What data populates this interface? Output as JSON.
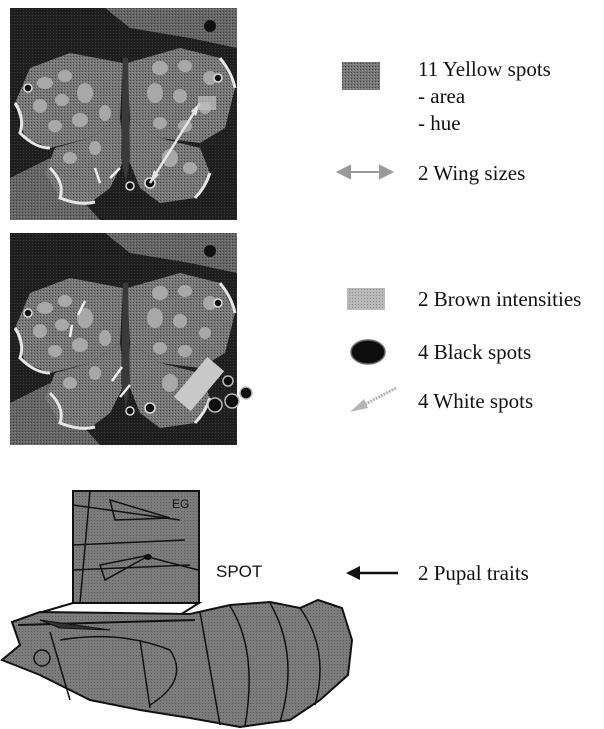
{
  "legend": {
    "yellow_spots": {
      "title": "11 Yellow spots",
      "sub1": "- area",
      "sub2": "- hue"
    },
    "wing_sizes": "2 Wing sizes",
    "brown_intensities": "2 Brown intensities",
    "black_spots": "4 Black spots",
    "white_spots": "4 White spots",
    "pupal_traits": "2 Pupal traits"
  },
  "pupa": {
    "inset_corner_label": "EG",
    "spot_label": "SPOT"
  },
  "colors": {
    "photo_background": "#1c1c1c",
    "wing_gray": "#6c6c6c",
    "yellow_spot": "#a2a2a2",
    "brown_swatch": "#b4b4b4",
    "black_spot": "#0e0e0e",
    "pupa_fill": "#7a7a7a"
  }
}
